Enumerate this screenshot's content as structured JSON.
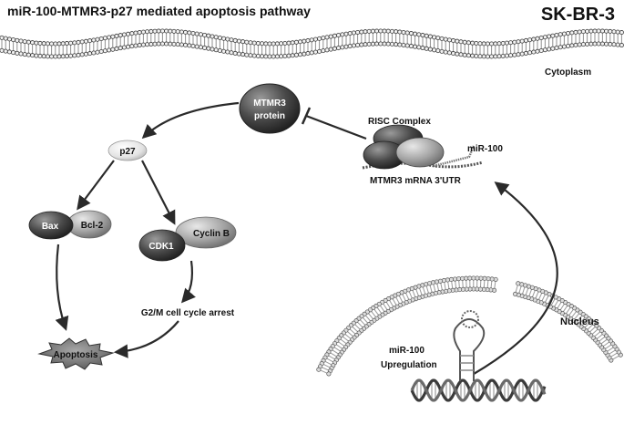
{
  "title": "miR-100-MTMR3-p27 mediated apoptosis pathway",
  "cell_line": "SK-BR-3",
  "compartments": {
    "cytoplasm": "Cytoplasm",
    "nucleus": "Nucleus"
  },
  "nodes": {
    "mtmr3_protein": [
      "MTMR3",
      "protein"
    ],
    "p27": "p27",
    "bax": "Bax",
    "bcl2": "Bcl-2",
    "cdk1": "CDK1",
    "cyclin_b": "Cyclin B",
    "cell_cycle_arrest": "G2/M cell cycle arrest",
    "apoptosis": "Apoptosis",
    "risc_complex": "RISC Complex",
    "mirna_bound": "miR-100",
    "mrna_3utr": "MTMR3 mRNA 3'UTR",
    "mirna_upregulation": [
      "miR-100",
      "Upregulation"
    ]
  },
  "colors": {
    "dark_node": "#3a3a3a",
    "mid_node": "#8a8a8a",
    "light_node": "#e6e6e6",
    "arrow": "#2a2a2a",
    "membrane": "#9a9a9a"
  }
}
